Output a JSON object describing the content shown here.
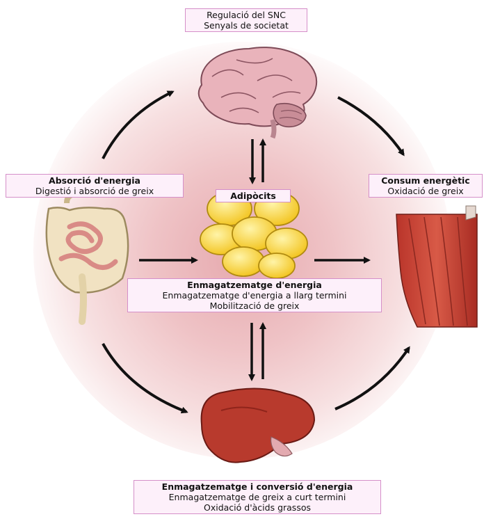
{
  "brain_label": {
    "title": "Regulació del SNC",
    "line1": "Senyals de societat"
  },
  "absorption_label": {
    "title": "Absorció d'energia",
    "line1": "Digestió i absorció de greix"
  },
  "adipocytes_label": {
    "title": "Adipòcits"
  },
  "consumption_label": {
    "title": "Consum energètic",
    "line1": "Oxidació de greix"
  },
  "storage_label": {
    "title": "Enmagatzematge d'energia",
    "line1": "Enmagatzematge d'energia a llarg termini",
    "line2": "Mobilització de greix"
  },
  "liver_label": {
    "title": "Enmagatzematge i conversió d'energia",
    "line1": "Enmagatzematge de greix a curt termini",
    "line2": "Oxidació d'àcids grassos"
  }
}
